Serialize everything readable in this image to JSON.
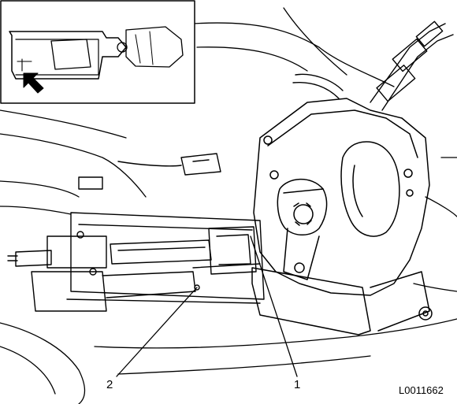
{
  "figure": {
    "figure_id": "L0011662",
    "callouts": [
      {
        "number": "1"
      },
      {
        "number": "2"
      }
    ],
    "detail_inset": {
      "indicator": "arrow-pointer"
    }
  }
}
